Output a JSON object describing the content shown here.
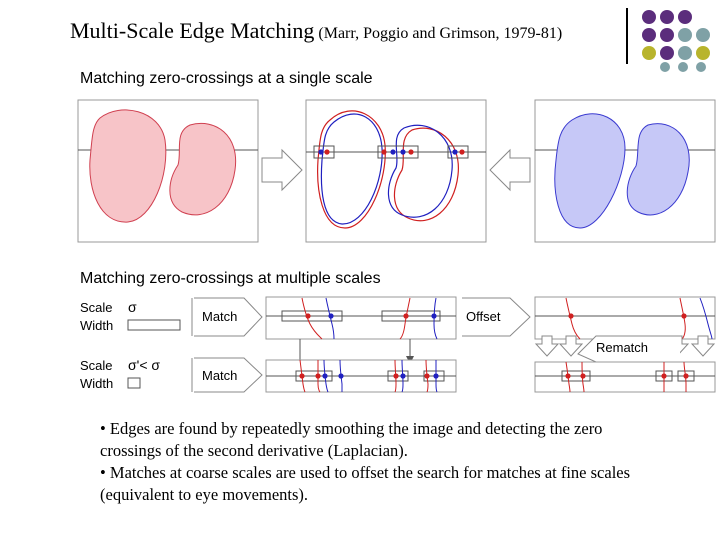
{
  "header": {
    "title": "Multi-Scale Edge Matching",
    "citation": "(Marr, Poggio and Grimson, 1979-81)"
  },
  "decoration": {
    "dot_colors": {
      "purple": "#5b2d7c",
      "teal": "#7fa1a6",
      "olive": "#b8b42c"
    }
  },
  "figure": {
    "single_scale_title": "Matching zero-crossings at a single scale",
    "multi_scale_title": "Matching zero-crossings at multiple scales",
    "row1": {
      "scale_label": "Scale",
      "scale_symbol": "σ",
      "width_label": "Width"
    },
    "row2": {
      "scale_label": "Scale",
      "scale_symbol": "σ'< σ",
      "width_label": "Width"
    },
    "match_label": "Match",
    "match_label_2": "Match",
    "offset_label": "Offset",
    "rematch_label": "Rematch",
    "colors": {
      "left_fill": "#f7c4c8",
      "left_stroke": "#d04050",
      "right_fill": "#c6c8f7",
      "right_stroke": "#3a3ad0",
      "red_line": "#d02020",
      "blue_line": "#2020c0"
    }
  },
  "bullets": [
    "• Edges are found by repeatedly smoothing the image and detecting the zero crossings of the second derivative (Laplacian).",
    "• Matches at coarse scales are used to offset the search for matches at fine scales (equivalent to eye movements)."
  ]
}
